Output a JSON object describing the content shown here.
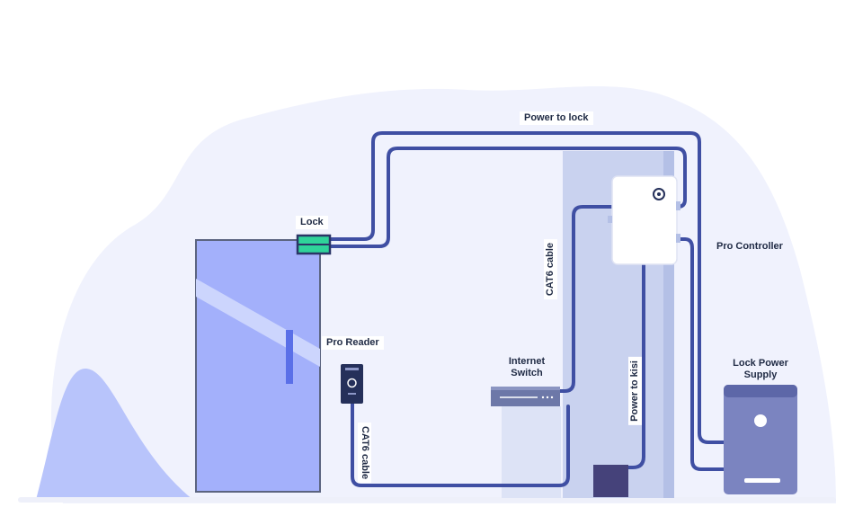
{
  "labels": {
    "power_to_lock": "Power to lock",
    "lock": "Lock",
    "pro_controller": "Pro Controller",
    "pro_reader": "Pro Reader",
    "internet_switch": "Internet\nSwitch",
    "lock_power_supply": "Lock Power\nSupply",
    "cat6_cable_top": "CAT6 cable",
    "cat6_cable_bottom": "CAT6 cable",
    "power_to_kisi": "Power to kisi"
  },
  "colors": {
    "cable": "#3f4fa3",
    "door": "#a3b0fb",
    "lock": "#2fd39a",
    "background_blob": "#eef0fd",
    "wall": "#c9d2ef",
    "device_dark": "#25305a",
    "power_supply": "#7b84c0"
  },
  "icons": {
    "controller_logo": "kisi-logo-icon"
  }
}
